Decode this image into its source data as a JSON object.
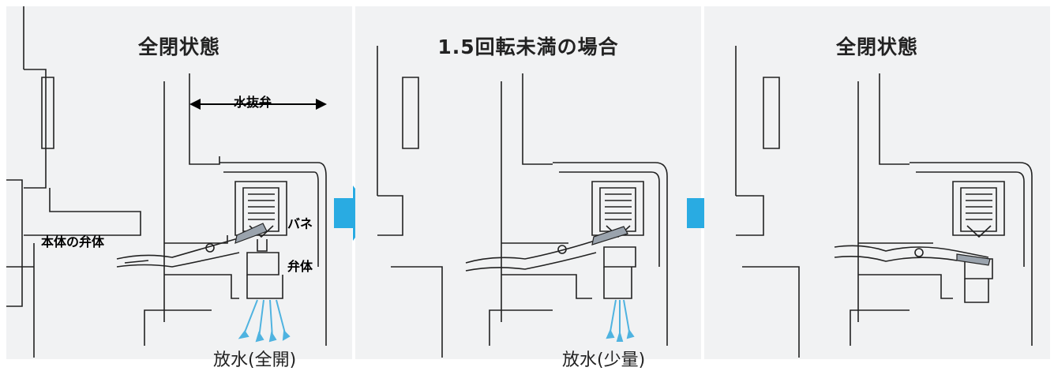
{
  "panels": [
    {
      "title": "全閉状態",
      "labels": {
        "drain_valve": "水抜弁",
        "spring": "バネ",
        "valve_body": "弁体",
        "main_valve": "本体の弁体"
      },
      "discharge": "放水(全開)"
    },
    {
      "title": "1.5回転未満の場合",
      "discharge": "放水(少量)"
    },
    {
      "title": "全閉状態"
    }
  ],
  "colors": {
    "flow_arrow": "#29abe2",
    "water": "#4fb3e0",
    "line": "#222222",
    "panel_bg": "#f1f2f3"
  },
  "icons": [
    "transition-arrow-icon",
    "water-flow-icon",
    "dimension-arrow-icon"
  ]
}
